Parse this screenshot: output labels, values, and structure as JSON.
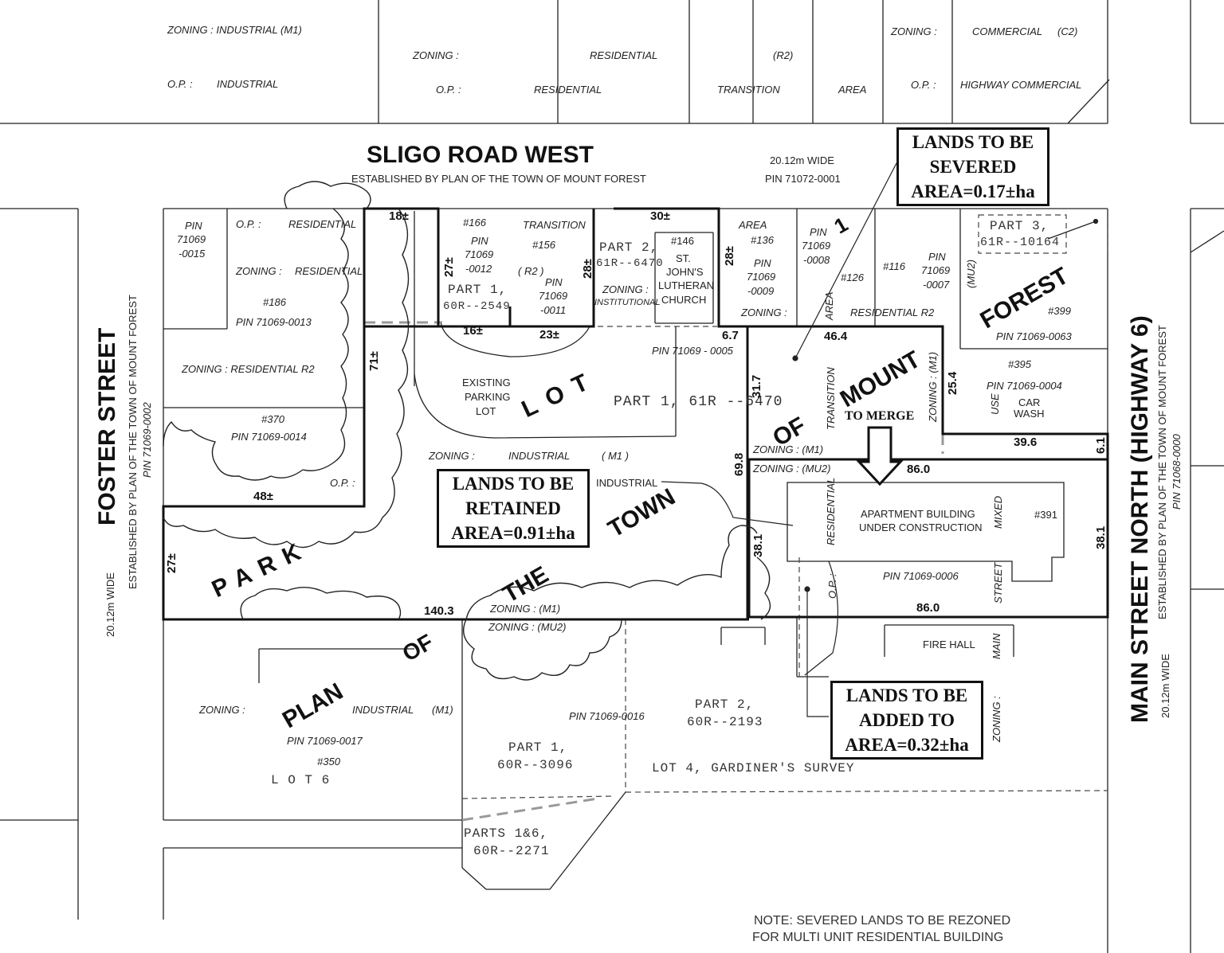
{
  "streets": {
    "sligo": {
      "name": "SLIGO ROAD WEST",
      "established": "ESTABLISHED BY PLAN OF THE TOWN OF MOUNT FOREST",
      "width": "20.12m WIDE",
      "pin": "PIN 71072-0001"
    },
    "foster": {
      "name": "FOSTER STREET",
      "established": "ESTABLISHED BY PLAN OF THE TOWN OF MOUNT FOREST",
      "pin": "PIN 71069-0002",
      "width": "20.12m WIDE"
    },
    "main": {
      "name": "MAIN STREET NORTH (HIGHWAY 6)",
      "established": "ESTABLISHED BY PLAN OF THE TOWN OF MOUNT FOREST",
      "pin": "PIN 71068-0000",
      "width": "20.12m WIDE"
    }
  },
  "top_zoning": {
    "z1": "ZONING : INDUSTRIAL (M1)",
    "op1": "O.P. :",
    "op1v": "INDUSTRIAL",
    "z2": "ZONING :",
    "z2v": "RESIDENTIAL",
    "z2r": "(R2)",
    "op2": "O.P. :",
    "op2a": "RESIDENTIAL",
    "op2b": "TRANSITION",
    "op2c": "AREA",
    "z3": "ZONING :",
    "z3v": "COMMERCIAL",
    "z3c": "(C2)",
    "op3": "O.P. :",
    "op3v": "HIGHWAY COMMERCIAL"
  },
  "boxes": {
    "severed": [
      "LANDS TO BE",
      "SEVERED",
      "AREA=0.17±ha"
    ],
    "retained": [
      "LANDS TO BE",
      "RETAINED",
      "AREA=0.91±ha"
    ],
    "added": [
      "LANDS TO BE",
      "ADDED TO",
      "AREA=0.32±ha"
    ]
  },
  "plan_words": {
    "park": "PARK",
    "of1": "OF",
    "plan": "PLAN",
    "the": "THE",
    "town": "TOWN",
    "of2": "OF",
    "mount": "MOUNT",
    "forest": "FOREST",
    "lot": "LOT",
    "one": "1"
  },
  "labels": {
    "pin15": "PIN",
    "pin15b": "71069",
    "pin15c": "-0015",
    "op_res": "O.P. :",
    "op_res_v": "RESIDENTIAL",
    "zon_res": "ZONING :",
    "zon_res_v": "RESIDENTIAL",
    "n186": "#186",
    "pin13": "PIN 71069-0013",
    "zr2": "ZONING : RESIDENTIAL R2",
    "n370": "#370",
    "pin14": "PIN 71069-0014",
    "op_q": "O.P. :",
    "n166": "#166",
    "pin12a": "PIN",
    "pin12b": "71069",
    "pin12c": "-0012",
    "part1a": "PART 1,",
    "part1b": "60R--2549",
    "trans": "TRANSITION",
    "n156": "#156",
    "r2": "( R2 )",
    "pin11a": "PIN",
    "pin11b": "71069",
    "pin11c": "-0011",
    "part2a": "PART 2,",
    "part2b": "61R--6470",
    "zinst": "ZONING :",
    "zinst2": "INSTITUTIONAL",
    "n146": "#146",
    "church1": "ST.",
    "church2": "JOHN'S",
    "church3": "LUTHERAN",
    "church4": "CHURCH",
    "area": "AREA",
    "n136": "#136",
    "pin9a": "PIN",
    "pin9b": "71069",
    "pin9c": "-0009",
    "zon_b": "ZONING :",
    "pin8a": "PIN",
    "pin8b": "71069",
    "pin8c": "-0008",
    "n126": "#126",
    "area_v": "AREA",
    "n116": "#116",
    "pin7a": "PIN",
    "pin7b": "71069",
    "pin7c": "-0007",
    "res_r2": "RESIDENTIAL   R2",
    "part3a": "PART 3,",
    "part3b": "61R--10164",
    "mu2": "(MU2)",
    "n399": "#399",
    "pin63": "PIN 71069-0063",
    "n395": "#395",
    "pin4": "PIN 71069-0004",
    "use": "USE",
    "carwash1": "CAR",
    "carwash2": "WASH",
    "zon_m1v": "ZONING : (M1)",
    "existing1": "EXISTING",
    "existing2": "PARKING",
    "existing3": "LOT",
    "pin5": "PIN      71069      -      0005",
    "part1_61r": "PART  1,  61R  --6470",
    "transition_v": "TRANSITION",
    "to_merge": "TO MERGE",
    "zon_m1": "ZONING :  (M1)",
    "zon_mu2": "ZONING : (MU2)",
    "zind": "ZONING :",
    "zind_v": "INDUSTRIAL",
    "zind_m1": "( M1 )",
    "industrial": "INDUSTRIAL",
    "apt1": "APARTMENT BUILDING",
    "apt2": "UNDER CONSTRUCTION",
    "n391": "#391",
    "mixed": "MIXED",
    "residential_v": "RESIDENTIAL",
    "pin6": "PIN 71069-0006",
    "street_v": "STREET",
    "op_v": "O.P. :",
    "zon_m1b": "ZONING : (M1)",
    "zon_mu2b": "ZONING : (MU2)",
    "firehall": "FIRE HALL",
    "main_v": "MAIN",
    "zoning_v": "ZONING :",
    "zind2": "ZONING :",
    "zind2_v": "INDUSTRIAL",
    "zind2_m1": "(M1)",
    "pin17": "PIN 71069-0017",
    "n350": "#350",
    "lot6": "L  O  T      6",
    "pin16": "PIN 71069-0016",
    "part1c": "PART 1,",
    "part1d": "60R--3096",
    "part2c": "PART 2,",
    "part2d": "60R--2193",
    "lot4": "LOT 4, GARDINER'S SURVEY",
    "parts16a": "PARTS 1&6,",
    "parts16b": "60R--2271",
    "note1": "NOTE: SEVERED LANDS TO BE REZONED",
    "note2": "FOR MULTI UNIT RESIDENTIAL BUILDING"
  },
  "dims": {
    "d18": "18±",
    "d27a": "27±",
    "d16": "16±",
    "d23": "23±",
    "d28a": "28±",
    "d30": "30±",
    "d28b": "28±",
    "d71": "71±",
    "d48": "48±",
    "d27b": "27±",
    "d1403": "140.3",
    "d67": "6.7",
    "d464": "46.4",
    "d317": "31.7",
    "d254": "25.4",
    "d396": "39.6",
    "d61": "6.1",
    "d698": "69.8",
    "d860a": "86.0",
    "d381a": "38.1",
    "d381b": "38.1",
    "d860b": "86.0"
  }
}
